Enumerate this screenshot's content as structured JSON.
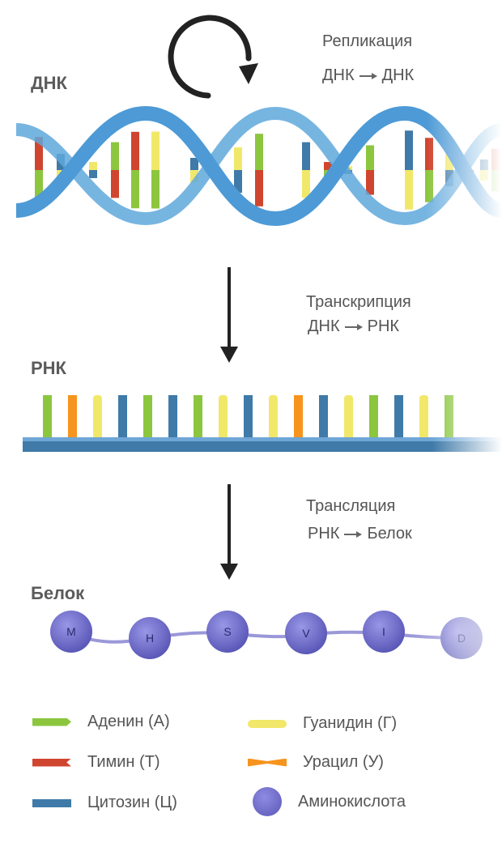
{
  "dna": {
    "label": "ДНК",
    "replication": {
      "name": "Репликация",
      "from": "ДНК",
      "to": "ДНК"
    }
  },
  "rna": {
    "label": "РНК",
    "transcription": {
      "name": "Транскрипция",
      "from": "ДНК",
      "to": "РНК"
    }
  },
  "protein": {
    "label": "Белок",
    "translation": {
      "name": "Трансляция",
      "from": "РНК",
      "to": "Белок"
    },
    "amino_acids": [
      "M",
      "H",
      "S",
      "V",
      "I",
      "D"
    ]
  },
  "legend": {
    "adenine": {
      "label": "Аденин (А)",
      "color": "#8cc63f"
    },
    "thymine": {
      "label": "Тимин (Т)",
      "color": "#d0452f"
    },
    "cytosine": {
      "label": "Цитозин (Ц)",
      "color": "#3f7aa8"
    },
    "guanine": {
      "label": "Гуанидин (Г)",
      "color": "#f1e86a"
    },
    "uracil": {
      "label": "Урацил (У)",
      "color": "#f7941d"
    },
    "amino_acid": {
      "label": "Аминокислота",
      "color": "#6d6bc9"
    }
  }
}
